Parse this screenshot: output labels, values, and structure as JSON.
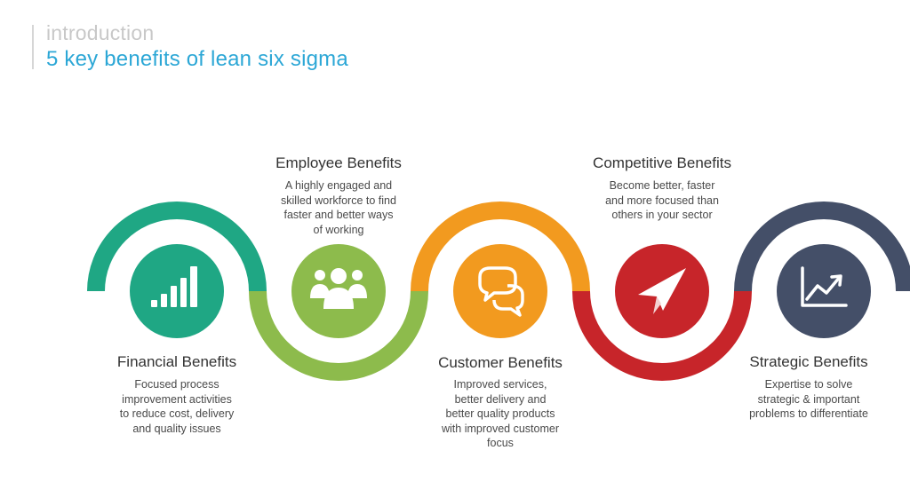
{
  "header": {
    "section": "introduction",
    "title": "5 key benefits of lean six sigma"
  },
  "benefits": [
    {
      "title": "Financial Benefits",
      "description": "Focused process\nimprovement activities\nto reduce cost, delivery\nand quality issues",
      "color": "#1fa784",
      "icon": "bar-chart-icon"
    },
    {
      "title": "Employee Benefits",
      "description": "A highly engaged and\nskilled workforce to find\nfaster and better ways\nof working",
      "color": "#8dbb4c",
      "icon": "people-group-icon"
    },
    {
      "title": "Customer Benefits",
      "description": "Improved services,\nbetter delivery and\nbetter quality products\nwith improved customer\nfocus",
      "color": "#f29a1f",
      "icon": "speech-bubbles-icon"
    },
    {
      "title": "Competitive Benefits",
      "description": "Become better, faster\nand more focused than\nothers in your sector",
      "color": "#c7252a",
      "icon": "paper-plane-icon"
    },
    {
      "title": "Strategic Benefits",
      "description": "Expertise to solve\nstrategic & important\nproblems to differentiate",
      "color": "#444f68",
      "icon": "trend-chart-icon"
    }
  ]
}
